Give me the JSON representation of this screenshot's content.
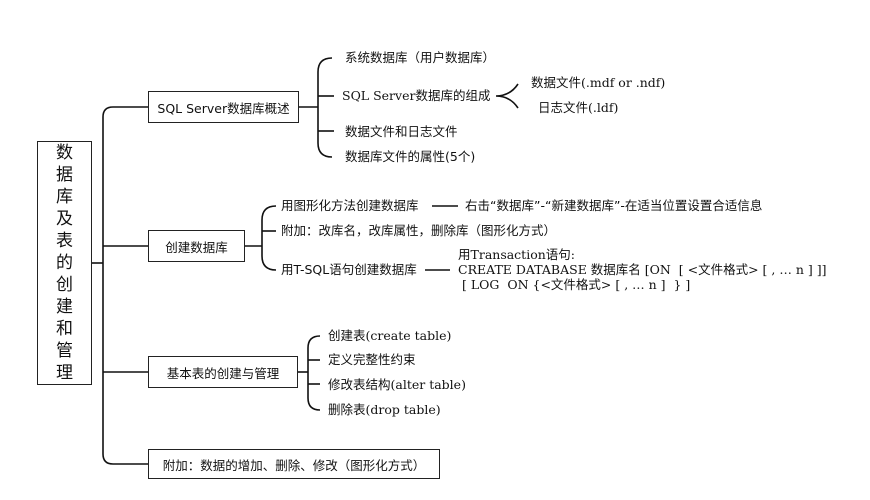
{
  "root": {
    "title": "数据库及表的创建和管理",
    "chars": [
      "数",
      "据",
      "库",
      "及",
      "表",
      "的",
      "创",
      "建",
      "和",
      "管",
      "理"
    ]
  },
  "branch1": {
    "label": "SQL Server数据库概述",
    "children": [
      "系统数据库（用户数据库）",
      "SQL Server数据库的组成",
      "数据文件和日志文件",
      "数据库文件的属性(5个)"
    ],
    "composition": [
      "数据文件(.mdf or .ndf)",
      "日志文件(.ldf)"
    ]
  },
  "branch2": {
    "label": "创建数据库",
    "children": [
      "用图形化方法创建数据库",
      "附加：改库名，改库属性，删除库（图形化方式）",
      "用T-SQL语句创建数据库"
    ],
    "gui_detail": "右击“数据库”-“新建数据库”-在适当位置设置合适信息",
    "tsql_detail": [
      "用Transaction语句:",
      "CREATE DATABASE 数据库名 [ON  [ <文件格式> [ , … n ] ]]",
      "[ LOG  ON {<文件格式> [ , … n ]  } ]"
    ]
  },
  "branch3": {
    "label": "基本表的创建与管理",
    "children": [
      "创建表(create  table)",
      "定义完整性约束",
      "修改表结构(alter  table)",
      "删除表(drop  table)"
    ]
  },
  "branch4": {
    "label": "附加：数据的增加、删除、修改（图形化方式）"
  },
  "colors": {
    "line": "#111111",
    "border": "#222222",
    "background": "#ffffff"
  }
}
